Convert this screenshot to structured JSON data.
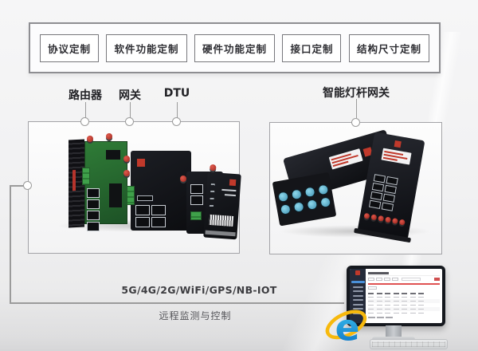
{
  "customization_bar": {
    "items": [
      {
        "label": "协议定制"
      },
      {
        "label": "软件功能定制"
      },
      {
        "label": "硬件功能定制"
      },
      {
        "label": "接口定制"
      },
      {
        "label": "结构尺寸定制"
      }
    ]
  },
  "device_section": {
    "left_group": {
      "labels": [
        {
          "label": "路由器"
        },
        {
          "label": "网关"
        },
        {
          "label": "DTU"
        }
      ]
    },
    "right_group": {
      "label": "智能灯杆网关"
    }
  },
  "connectivity": {
    "technologies": "5G/4G/2G/WiFi/GPS/NB-IOT",
    "monitoring_label": "远程监测与控制"
  },
  "colors": {
    "line_gray": "#9b9b9b",
    "panel_border": "#a3a3a7",
    "box_border": "#77777c",
    "accent_red": "#c0392b",
    "connector_blue": "#58b7d8",
    "ie_blue": "#1d9ad6",
    "ie_yellow": "#f7b90d"
  }
}
